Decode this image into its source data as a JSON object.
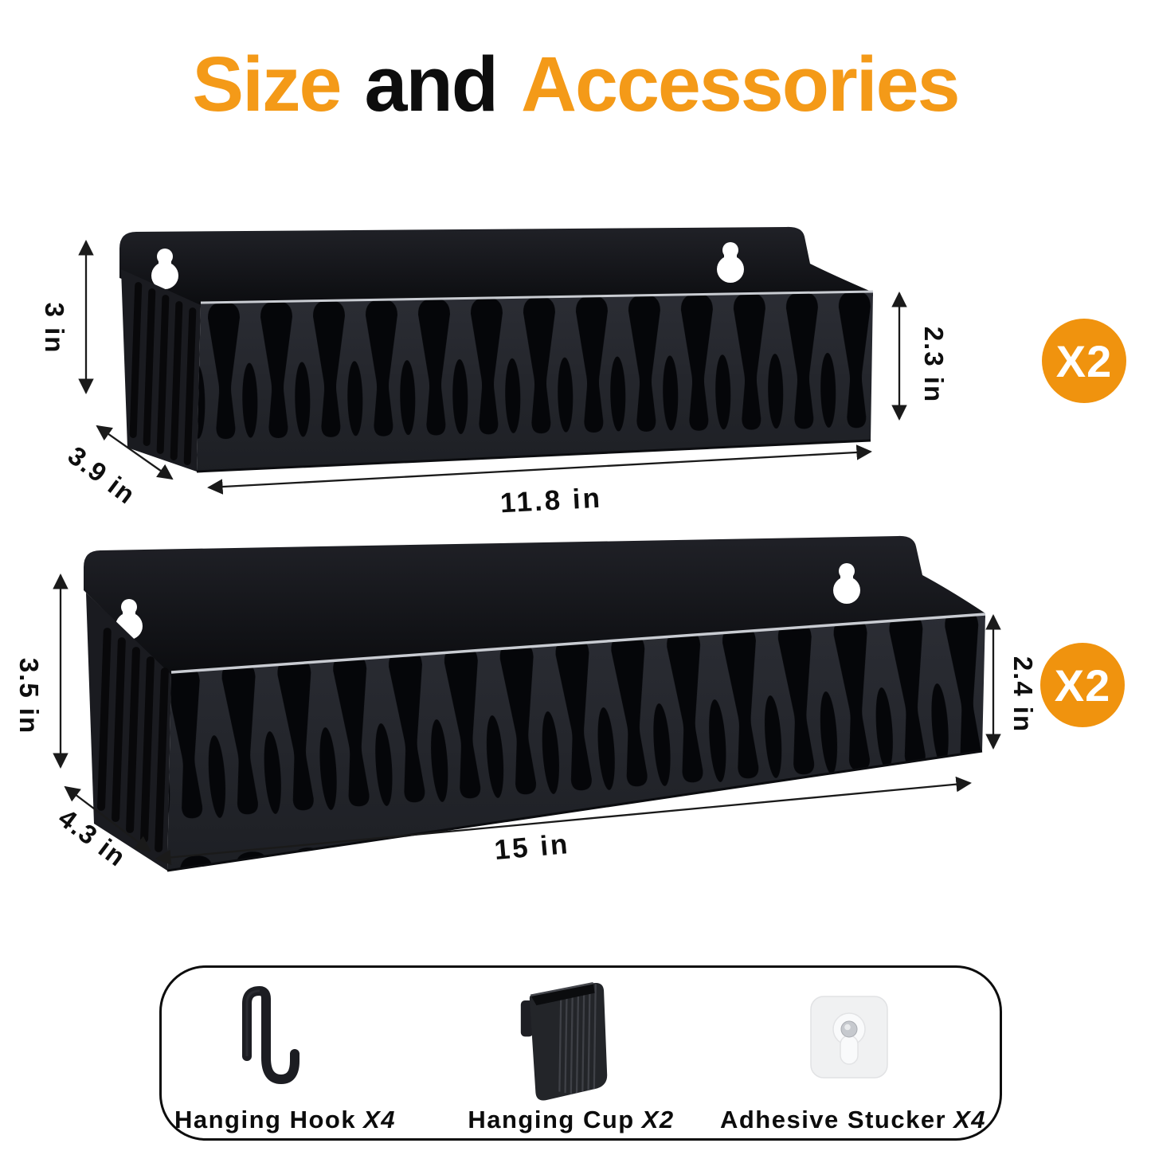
{
  "title": {
    "word1": "Size",
    "word2": "and",
    "word3": "Accessories"
  },
  "colors": {
    "accent_orange": "#F49A18",
    "badge_orange": "#F0930E",
    "text_black": "#0D0D0D"
  },
  "small_shelf": {
    "back_height": "3 in",
    "depth": "3.9 in",
    "width": "11.8 in",
    "front_height": "2.3 in",
    "quantity": "X2"
  },
  "large_shelf": {
    "back_height": "3.5 in",
    "depth": "4.3 in",
    "width": "15 in",
    "front_height": "2.4 in",
    "quantity": "X2"
  },
  "accessories": {
    "hook": {
      "label": "Hanging Hook",
      "count": "X4"
    },
    "cup": {
      "label": "Hanging Cup",
      "count": "X2"
    },
    "sticker": {
      "label": "Adhesive Stucker",
      "count": "X4"
    }
  }
}
